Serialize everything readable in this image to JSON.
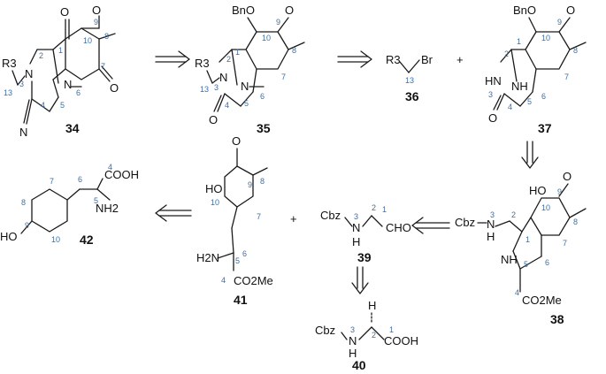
{
  "compounds": [
    {
      "id": "34",
      "atoms": [
        "O",
        "O",
        "O",
        "N",
        "N",
        "R3",
        "N"
      ],
      "substituent_labels": [],
      "numbers": [
        "1",
        "2",
        "3",
        "4",
        "5",
        "6",
        "7",
        "8",
        "9",
        "10",
        "13"
      ]
    },
    {
      "id": "35",
      "atoms": [
        "BnO",
        "O",
        "N",
        "N",
        "R3",
        "O"
      ],
      "numbers": [
        "1",
        "2",
        "3",
        "4",
        "5",
        "6",
        "7",
        "8",
        "9",
        "10",
        "13"
      ]
    },
    {
      "id": "36",
      "atoms": [
        "R3",
        "Br"
      ],
      "numbers": [
        "13"
      ]
    },
    {
      "id": "37",
      "atoms": [
        "BnO",
        "O",
        "HN",
        "NH",
        "O"
      ],
      "numbers": [
        "1",
        "2",
        "3",
        "4",
        "5",
        "6",
        "7",
        "8",
        "9",
        "10"
      ]
    },
    {
      "id": "38",
      "atoms": [
        "HO",
        "O",
        "Cbz",
        "N",
        "H",
        "NH",
        "CO2Me"
      ],
      "numbers": [
        "1",
        "2",
        "3",
        "4",
        "5",
        "6",
        "7",
        "8",
        "9",
        "10"
      ]
    },
    {
      "id": "39",
      "atoms": [
        "Cbz",
        "N",
        "H",
        "CHO"
      ],
      "numbers": [
        "1",
        "2",
        "3"
      ]
    },
    {
      "id": "40",
      "atoms": [
        "H",
        "Cbz",
        "N",
        "H",
        "COOH"
      ],
      "numbers": [
        "1",
        "2",
        "3"
      ]
    },
    {
      "id": "41",
      "atoms": [
        "HO",
        "O",
        "H2N",
        "CO2Me"
      ],
      "numbers": [
        "4",
        "5",
        "6",
        "7",
        "8",
        "9",
        "10"
      ]
    },
    {
      "id": "42",
      "atoms": [
        "COOH",
        "NH2",
        "HO"
      ],
      "numbers": [
        "4",
        "5",
        "6",
        "7",
        "8",
        "9",
        "10"
      ]
    }
  ],
  "plus_sign": "+",
  "arrows": [
    "retro",
    "retro",
    "retro",
    "retro",
    "retro",
    "retro"
  ]
}
